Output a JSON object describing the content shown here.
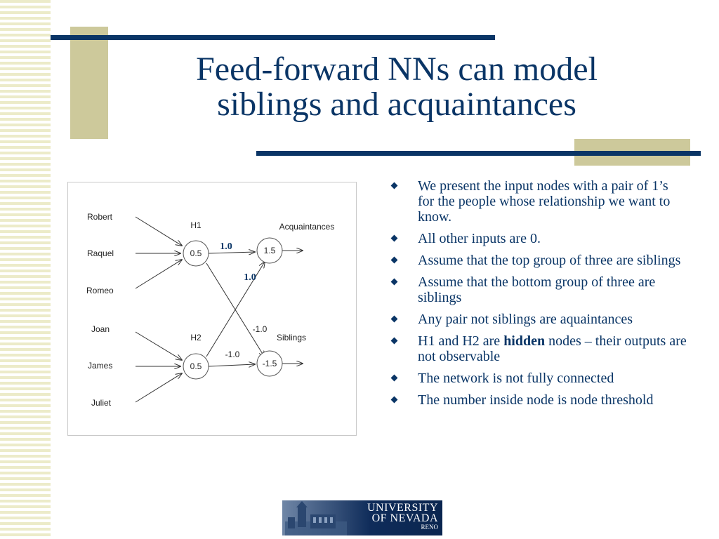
{
  "slide": {
    "title_line1": "Feed-forward NNs can model",
    "title_line2": "siblings and acquaintances"
  },
  "diagram": {
    "inputs": [
      "Robert",
      "Raquel",
      "Romeo",
      "Joan",
      "James",
      "Juliet"
    ],
    "hidden": [
      {
        "name": "H1",
        "threshold": "0.5"
      },
      {
        "name": "H2",
        "threshold": "0.5"
      }
    ],
    "outputs": [
      {
        "name": "Acquaintances",
        "threshold": "1.5"
      },
      {
        "name": "Siblings",
        "threshold": "-1.5"
      }
    ],
    "weights": {
      "h1_acq": "1.0",
      "h2_acq": "1.0",
      "h1_sib": "-1.0",
      "h2_sib": "-1.0"
    }
  },
  "bullets": [
    {
      "text": "We present the input nodes with a pair of 1’s for the people whose relationship we want to know."
    },
    {
      "text": "All other inputs are 0."
    },
    {
      "text": "Assume that the top group of three are siblings"
    },
    {
      "text": "Assume that the bottom group of three are siblings"
    },
    {
      "text": "Any pair not siblings are aquaintances"
    },
    {
      "pre": "H1 and H2 are ",
      "bold": "hidden",
      "post": " nodes – their outputs are not observable"
    },
    {
      "text": "The network is not fully connected"
    },
    {
      "text": "The number inside node is node threshold"
    }
  ],
  "logo": {
    "line1": "UNIVERSITY",
    "line2": "OF NEVADA",
    "line3": "RENO"
  },
  "colors": {
    "title": "#0a3566",
    "accent": "#cdc99b",
    "stripe": "#ecebc9"
  }
}
